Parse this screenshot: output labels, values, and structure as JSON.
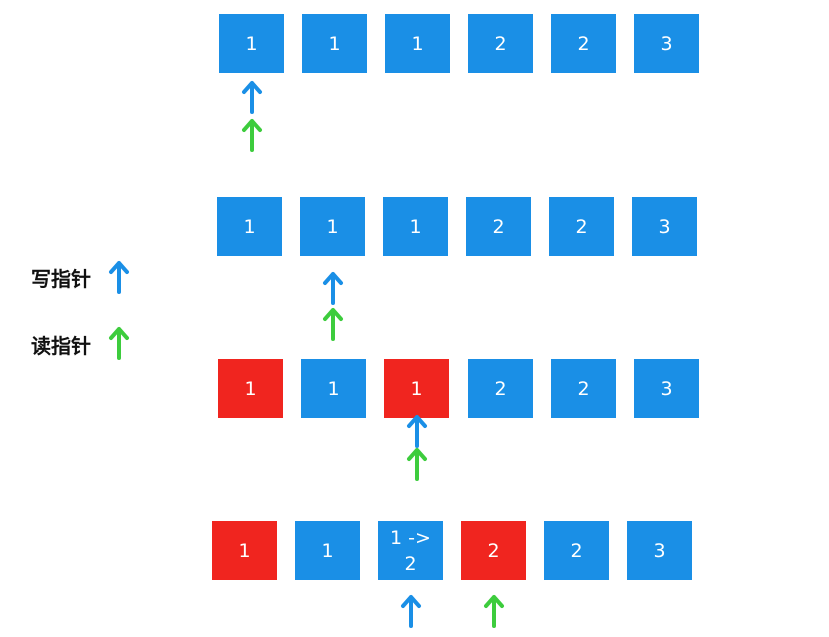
{
  "colors": {
    "write_pointer": "#1a8fe6",
    "read_pointer": "#3dcc3d",
    "cell_default": "#1a8fe6",
    "cell_highlight": "#f0251f"
  },
  "legend": {
    "write_pointer_label": "写指针",
    "write_pointer_icon": "arrow-up-icon",
    "read_pointer_label": "读指针",
    "read_pointer_icon": "arrow-up-icon"
  },
  "rows": [
    {
      "cells": [
        {
          "text": "1",
          "state": "default"
        },
        {
          "text": "1",
          "state": "default"
        },
        {
          "text": "1",
          "state": "default"
        },
        {
          "text": "2",
          "state": "default"
        },
        {
          "text": "2",
          "state": "default"
        },
        {
          "text": "3",
          "state": "default"
        }
      ],
      "write_pointer_index": 0,
      "read_pointer_index": 0
    },
    {
      "cells": [
        {
          "text": "1",
          "state": "default"
        },
        {
          "text": "1",
          "state": "default"
        },
        {
          "text": "1",
          "state": "default"
        },
        {
          "text": "2",
          "state": "default"
        },
        {
          "text": "2",
          "state": "default"
        },
        {
          "text": "3",
          "state": "default"
        }
      ],
      "write_pointer_index": 1,
      "read_pointer_index": 1
    },
    {
      "cells": [
        {
          "text": "1",
          "state": "highlight"
        },
        {
          "text": "1",
          "state": "default"
        },
        {
          "text": "1",
          "state": "highlight"
        },
        {
          "text": "2",
          "state": "default"
        },
        {
          "text": "2",
          "state": "default"
        },
        {
          "text": "3",
          "state": "default"
        }
      ],
      "write_pointer_index": 2,
      "read_pointer_index": 2
    },
    {
      "cells": [
        {
          "text": "1",
          "state": "highlight"
        },
        {
          "text": "1",
          "state": "default"
        },
        {
          "text": "1 ->\n2",
          "state": "default"
        },
        {
          "text": "2",
          "state": "highlight"
        },
        {
          "text": "2",
          "state": "default"
        },
        {
          "text": "3",
          "state": "default"
        }
      ],
      "write_pointer_index": 2,
      "read_pointer_index": 3
    }
  ]
}
